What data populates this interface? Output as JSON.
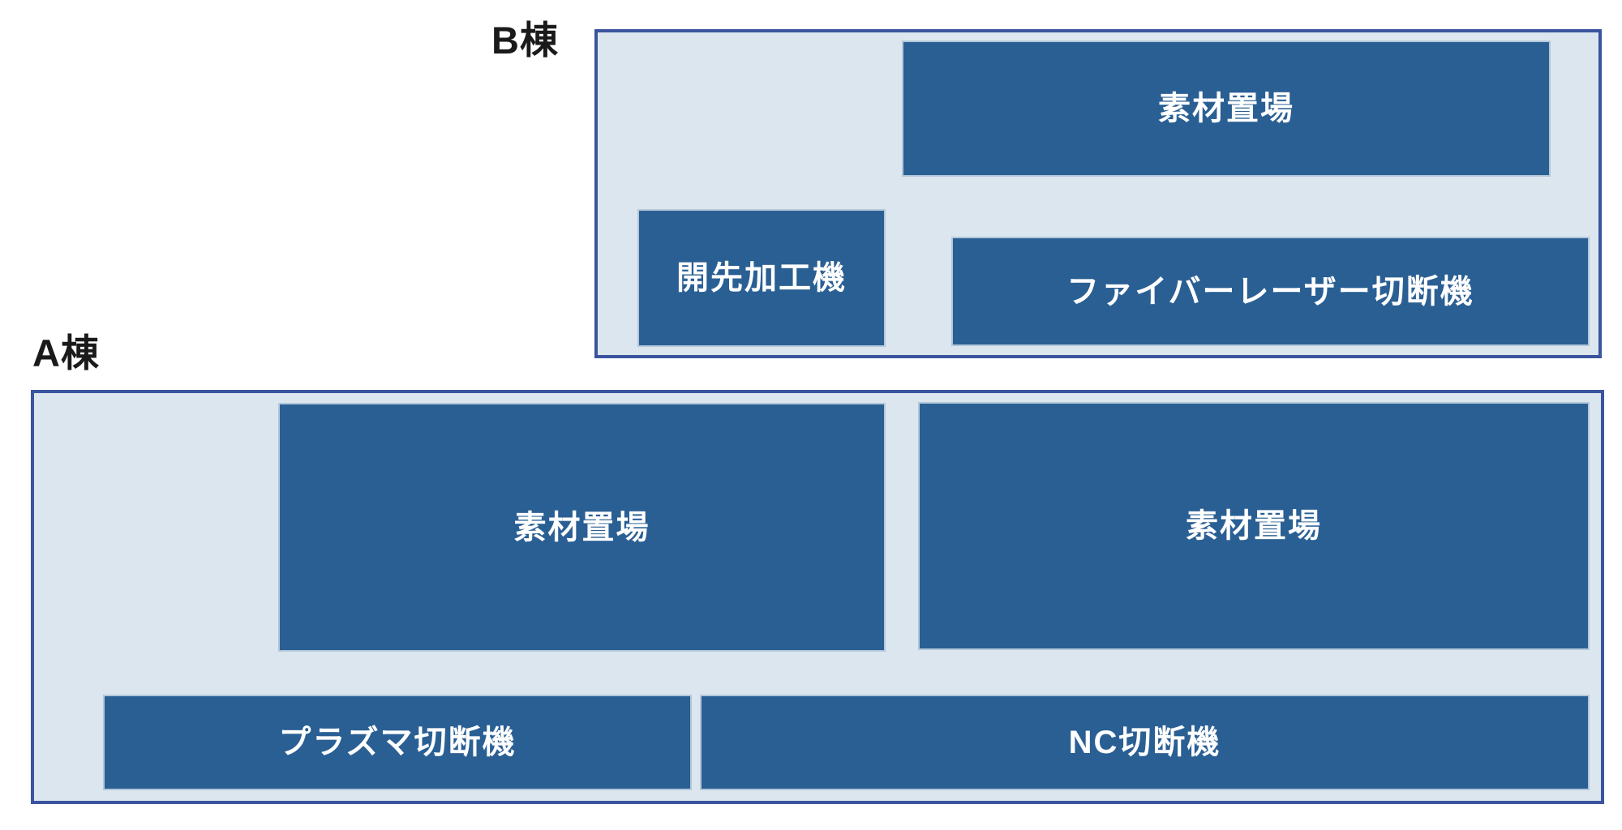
{
  "diagram_title": "factory-floor-plan",
  "colors": {
    "box_fill": "#2a5f94",
    "box_outline": "#b3c7da",
    "box_text": "#ffffff",
    "building_fill": "#dce6ee",
    "building_border": "#3a549e",
    "label_text": "#1a1a1a",
    "page_background": "#ffffff"
  },
  "buildings": [
    {
      "id": "building-b",
      "label": "B棟",
      "areas": [
        {
          "id": "b-sozai",
          "label": "素材置場"
        },
        {
          "id": "b-kaisaki",
          "label": "開先加工機"
        },
        {
          "id": "b-fiber",
          "label": "ファイバーレーザー切断機"
        }
      ]
    },
    {
      "id": "building-a",
      "label": "A棟",
      "areas": [
        {
          "id": "a-sozai-left",
          "label": "素材置場"
        },
        {
          "id": "a-sozai-right",
          "label": "素材置場"
        },
        {
          "id": "a-plasma",
          "label": "プラズマ切断機"
        },
        {
          "id": "a-nc",
          "label": "NC切断機"
        }
      ]
    }
  ]
}
